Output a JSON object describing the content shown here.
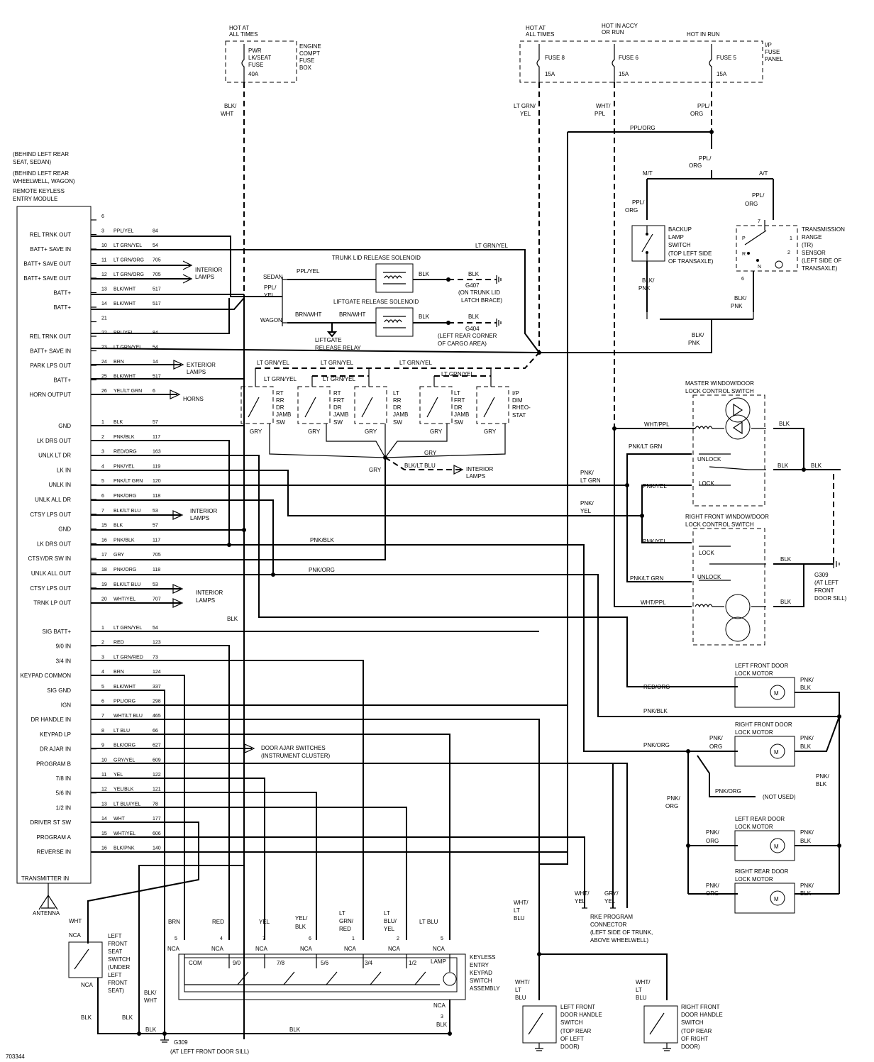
{
  "hot_labels": {
    "hot_a": "HOT AT",
    "hot_a2": "ALL TIMES",
    "hot_b": "HOT AT",
    "hot_b2": "ALL TIMES",
    "hot_c": "HOT IN ACCY",
    "hot_c2": "OR RUN",
    "hot_d": "HOT IN RUN"
  },
  "engine_fuse": {
    "l1": "PWR",
    "l2": "LK/SEAT",
    "l3": "FUSE",
    "l4": "40A",
    "box1": "ENGINE",
    "box2": "COMPT",
    "box3": "FUSE",
    "box4": "BOX"
  },
  "ip_fuses": {
    "f8": "FUSE 8",
    "f6": "FUSE 6",
    "f5": "FUSE 5",
    "a8": "15A",
    "a6": "15A",
    "a5": "15A",
    "panel1": "I/P",
    "panel2": "FUSE",
    "panel3": "PANEL"
  },
  "module": {
    "loc1": "(BEHIND LEFT REAR",
    "loc2": "SEAT, SEDAN)",
    "loc3": "(BEHIND LEFT REAR",
    "loc4": "WHEELWELL, WAGON)",
    "loc5": "REMOTE KEYLESS",
    "loc6": "ENTRY MODULE",
    "connA": [
      {
        "pin": "6",
        "name": "",
        "wire": "",
        "circ": ""
      },
      {
        "pin": "3",
        "name": "REL TRNK OUT",
        "wire": "PPL/YEL",
        "circ": "84"
      },
      {
        "pin": "10",
        "name": "BATT+ SAVE IN",
        "wire": "LT GRN/YEL",
        "circ": "54"
      },
      {
        "pin": "11",
        "name": "BATT+ SAVE OUT",
        "wire": "LT GRN/ORG",
        "circ": "705"
      },
      {
        "pin": "12",
        "name": "BATT+ SAVE OUT",
        "wire": "LT GRN/ORG",
        "circ": "705"
      },
      {
        "pin": "13",
        "name": "BATT+",
        "wire": "BLK/WHT",
        "circ": "517"
      },
      {
        "pin": "14",
        "name": "BATT+",
        "wire": "BLK/WHT",
        "circ": "517"
      },
      {
        "pin": "21",
        "name": "",
        "wire": "",
        "circ": ""
      },
      {
        "pin": "22",
        "name": "REL TRNK OUT",
        "wire": "PPL/YEL",
        "circ": "84"
      },
      {
        "pin": "23",
        "name": "BATT+ SAVE IN",
        "wire": "LT GRN/YEL",
        "circ": "54"
      },
      {
        "pin": "24",
        "name": "PARK LPS OUT",
        "wire": "BRN",
        "circ": "14"
      },
      {
        "pin": "25",
        "name": "BATT+",
        "wire": "BLK/WHT",
        "circ": "517"
      },
      {
        "pin": "26",
        "name": "HORN OUTPUT",
        "wire": "YEL/LT GRN",
        "circ": "6"
      }
    ],
    "connB": [
      {
        "pin": "1",
        "name": "GND",
        "wire": "BLK",
        "circ": "57"
      },
      {
        "pin": "2",
        "name": "LK DRS OUT",
        "wire": "PNK/BLK",
        "circ": "117"
      },
      {
        "pin": "3",
        "name": "UNLK LT DR",
        "wire": "RED/ORG",
        "circ": "163"
      },
      {
        "pin": "4",
        "name": "LK IN",
        "wire": "PNK/YEL",
        "circ": "119"
      },
      {
        "pin": "5",
        "name": "UNLK IN",
        "wire": "PNK/LT GRN",
        "circ": "120"
      },
      {
        "pin": "6",
        "name": "UNLK ALL DR",
        "wire": "PNK/ORG",
        "circ": "118"
      },
      {
        "pin": "7",
        "name": "CTSY LPS OUT",
        "wire": "BLK/LT BLU",
        "circ": "53"
      },
      {
        "pin": "15",
        "name": "GND",
        "wire": "BLK",
        "circ": "57"
      },
      {
        "pin": "16",
        "name": "LK DRS OUT",
        "wire": "PNK/BLK",
        "circ": "117"
      },
      {
        "pin": "17",
        "name": "CTSY/DR SW IN",
        "wire": "GRY",
        "circ": "705"
      },
      {
        "pin": "18",
        "name": "UNLK ALL OUT",
        "wire": "PNK/ORG",
        "circ": "118"
      },
      {
        "pin": "19",
        "name": "CTSY LPS OUT",
        "wire": "BLK/LT BLU",
        "circ": "53"
      },
      {
        "pin": "20",
        "name": "TRNK LP OUT",
        "wire": "WHT/YEL",
        "circ": "707"
      }
    ],
    "connC": [
      {
        "pin": "1",
        "name": "SIG BATT+",
        "wire": "LT GRN/YEL",
        "circ": "54"
      },
      {
        "pin": "2",
        "name": "9/0 IN",
        "wire": "RED",
        "circ": "123"
      },
      {
        "pin": "3",
        "name": "3/4 IN",
        "wire": "LT GRN/RED",
        "circ": "73"
      },
      {
        "pin": "4",
        "name": "KEYPAD COMMON",
        "wire": "BRN",
        "circ": "124"
      },
      {
        "pin": "5",
        "name": "SIG GND",
        "wire": "BLK/WHT",
        "circ": "337"
      },
      {
        "pin": "6",
        "name": "IGN",
        "wire": "PPL/ORG",
        "circ": "298"
      },
      {
        "pin": "7",
        "name": "DR HANDLE IN",
        "wire": "WHT/LT BLU",
        "circ": "465"
      },
      {
        "pin": "8",
        "name": "KEYPAD LP",
        "wire": "LT BLU",
        "circ": "66"
      },
      {
        "pin": "9",
        "name": "DR AJAR IN",
        "wire": "BLK/ORG",
        "circ": "627"
      },
      {
        "pin": "10",
        "name": "PROGRAM B",
        "wire": "GRY/YEL",
        "circ": "609"
      },
      {
        "pin": "11",
        "name": "7/8 IN",
        "wire": "YEL",
        "circ": "122"
      },
      {
        "pin": "12",
        "name": "5/6 IN",
        "wire": "YEL/BLK",
        "circ": "121"
      },
      {
        "pin": "13",
        "name": "1/2 IN",
        "wire": "LT BLU/YEL",
        "circ": "78"
      },
      {
        "pin": "14",
        "name": "DRIVER ST SW",
        "wire": "WHT",
        "circ": "177"
      },
      {
        "pin": "15",
        "name": "PROGRAM A",
        "wire": "WHT/YEL",
        "circ": "606"
      },
      {
        "pin": "16",
        "name": "REVERSE IN",
        "wire": "BLK/PNK",
        "circ": "140"
      }
    ],
    "transmitter": "TRANSMITTER IN",
    "antenna": "ANTENNA"
  },
  "labels": {
    "blk_wht": "BLK/",
    "blk_wht2": "WHT",
    "ltgrn_yel1": "LT GRN/",
    "ltgrn_yel2": "YEL",
    "wht_ppl1": "WHT/",
    "wht_ppl2": "PPL",
    "ppl_org1": "PPL/",
    "ppl_org2": "ORG",
    "ppl_org_h": "PPL/ORG",
    "ppl_org3": "PPL/",
    "ppl_org4": "ORG",
    "mt": "M/T",
    "at": "A/T",
    "ppl_org5": "PPL/",
    "ppl_org6": "ORG",
    "ppl_org7": "PPL/",
    "ppl_org8": "ORG",
    "ltgrnyel_top": "LT GRN/YEL",
    "trunk_sol": "TRUNK LID RELEASE SOLENOID",
    "liftgate_sol": "LIFTGATE RELEASE SOLENOID",
    "sedan": "SEDAN",
    "wagon": "WAGON",
    "pplyel1": "PPL/",
    "pplyel2": "YEL",
    "pplyel_h": "PPL/YEL",
    "brnwht1": "BRN/WHT",
    "brnwht2": "BRN/WHT",
    "blk1": "BLK",
    "blk2": "BLK",
    "blk3": "BLK",
    "blk4": "BLK",
    "g407": "G407",
    "g407b": "(ON TRUNK LID",
    "g407c": "LATCH BRACE)",
    "g404": "G404",
    "g404b": "(LEFT REAR CORNER",
    "g404c": "OF CARGO AREA)",
    "lgrelay1": "LIFTGATE",
    "lgrelay2": "RELEASE RELAY",
    "interior1": "INTERIOR",
    "interior1b": "LAMPS",
    "exterior": "EXTERIOR",
    "exteriorb": "LAMPS",
    "horns": "HORNS",
    "interior2": "INTERIOR",
    "interior2b": "LAMPS",
    "interior3": "INTERIOR",
    "interior3b": "LAMPS",
    "interior4": "INTERIOR",
    "interior4b": "LAMPS",
    "jamb_ltgy1": "LT GRN/YEL",
    "jamb_ltgy2": "LT GRN/YEL",
    "jamb_ltgy3": "LT GRN/YEL",
    "jamb_ltgy4": "LT GRN/YEL",
    "jamb_ltgy5": "LT GRN/YEL",
    "jamb_ltgy6": "LT GRN/YEL",
    "sw1a": "RT",
    "sw1b": "RR",
    "sw1c": "DR",
    "sw1d": "JAMB",
    "sw1e": "SW",
    "sw2a": "RT",
    "sw2b": "FRT",
    "sw2c": "DR",
    "sw2d": "JAMB",
    "sw2e": "SW",
    "sw3a": "LT",
    "sw3b": "RR",
    "sw3c": "DR",
    "sw3d": "JAMB",
    "sw3e": "SW",
    "sw4a": "LT",
    "sw4b": "FRT",
    "sw4c": "DR",
    "sw4d": "JAMB",
    "sw4e": "SW",
    "sw5a": "I/P",
    "sw5b": "DIM",
    "sw5c": "RHEO-",
    "sw5d": "STAT",
    "gry1": "GRY",
    "gry2": "GRY",
    "gry3": "GRY",
    "gry4": "GRY",
    "gry5": "GRY",
    "gry6": "GRY",
    "gry7": "GRY",
    "blkltblu": "BLK/LT BLU",
    "backup1": "BACKUP",
    "backup2": "LAMP",
    "backup3": "SWITCH",
    "backup4": "(TOP LEFT SIDE",
    "backup5": "OF TRANSAXLE)",
    "tr1": "TRANSMISSION",
    "tr2": "RANGE",
    "tr3": "(TR)",
    "tr4": "SENSOR",
    "tr5": "(LEFT SIDE OF",
    "tr6": "TRANSAXLE)",
    "blkpnk1": "BLK/",
    "blkpnk2": "PNK",
    "blkpnk3": "BLK/",
    "blkpnk4": "PNK",
    "blkpnk5": "BLK/",
    "blkpnk6": "PNK",
    "mw1": "MASTER WINDOW/DOOR",
    "mw2": "LOCK CONTROL SWITCH",
    "rfw1": "RIGHT FRONT WINDOW/DOOR",
    "rfw2": "LOCK CONTROL SWITCH",
    "whtppl_h": "WHT/PPL",
    "whtppl_h2": "WHT/PPL",
    "pnkltgrn_h": "PNK/LT GRN",
    "pnkltgrn_h2": "PNK/LT GRN",
    "pnkyel_h": "PNK/YEL",
    "pnkyel_h2": "PNK/YEL",
    "pnkltgrn_v1": "PNK/",
    "pnkltgrn_v2": "LT GRN",
    "pnkyel_v1": "PNK/",
    "pnkyel_v2": "YEL",
    "unlock1": "UNLOCK",
    "lock1": "LOCK",
    "unlock2": "UNLOCK",
    "lock2": "LOCK",
    "g309r": "G309",
    "g309r2": "(AT LEFT",
    "g309r3": "FRONT",
    "g309r4": "DOOR SILL)",
    "pnkblk_h": "PNK/BLK",
    "pnkorg_h": "PNK/ORG",
    "lfdlm1": "LEFT FRONT DOOR",
    "lfdlm2": "LOCK MOTOR",
    "rfdlm1": "RIGHT FRONT DOOR",
    "rfdlm2": "LOCK MOTOR",
    "lrdlm1": "LEFT REAR DOOR",
    "lrdlm2": "LOCK MOTOR",
    "rrdlm1": "RIGHT REAR DOOR",
    "rrdlm2": "LOCK MOTOR",
    "redorg": "RED/ORG",
    "pnkblk2": "PNK/BLK",
    "pnkorg2": "PNK/ORG",
    "pnkorg3": "PNK/ORG",
    "notused": "(NOT USED)",
    "pnkorg_v1": "PNK/",
    "pnkorg_v2": "ORG",
    "pnkblk_v1": "PNK/",
    "pnkblk_v2": "BLK",
    "rke1": "RKE PROGRAM",
    "rke2": "CONNECTOR",
    "rke3": "(LEFT SIDE OF TRUNK,",
    "rke4": "ABOVE WHEELWELL)",
    "whtyel1": "WHT/",
    "whtyel2": "YEL",
    "gryyel1": "GRY/",
    "gryyel2": "YEL",
    "whtltblu1": "WHT/",
    "whtltblu2": "LT",
    "whtltblu3": "BLU",
    "lfdh1": "LEFT FRONT",
    "lfdh2": "DOOR HANDLE",
    "lfdh3": "SWITCH",
    "lfdh4": "(TOP REAR",
    "lfdh5": "OF LEFT",
    "lfdh6": "DOOR)",
    "rfdh1": "RIGHT FRONT",
    "rfdh2": "DOOR HANDLE",
    "rfdh3": "SWITCH",
    "rfdh4": "(TOP REAR",
    "rfdh5": "OF RIGHT",
    "rfdh6": "DOOR)",
    "door_ajar1": "DOOR AJAR SWITCHES",
    "door_ajar2": "(INSTRUMENT CLUSTER)",
    "lfseat1": "LEFT",
    "lfseat2": "FRONT",
    "lfseat3": "SEAT",
    "lfseat4": "SWITCH",
    "lfseat5": "(UNDER",
    "lfseat6": "LEFT",
    "lfseat7": "FRONT",
    "lfseat8": "SEAT)",
    "wht": "WHT",
    "nca": "NCA",
    "kp1": "KEYLESS",
    "kp2": "ENTRY",
    "kp3": "KEYPAD",
    "kp4": "SWITCH",
    "kp5": "ASSEMBLY",
    "kp_com": "COM",
    "kp_90": "9/0",
    "kp_78": "7/8",
    "kp_56": "5/6",
    "kp_34": "3/4",
    "kp_12": "1/2",
    "kp_lamp": "LAMP",
    "kw_brn": "BRN",
    "kw_red": "RED",
    "kw_yel": "YEL",
    "kw_yelblk1": "YEL/",
    "kw_yelblk2": "BLK",
    "kw_ltgrnred1": "LT",
    "kw_ltgrnred2": "GRN/",
    "kw_ltgrnred3": "RED",
    "kw_ltbluyel1": "LT",
    "kw_ltbluyel2": "BLU/",
    "kw_ltbluyel3": "YEL",
    "kw_ltblu": "LT BLU",
    "g309l": "G309",
    "g309l2": "(AT LEFT FRONT DOOR SILL)",
    "blk_bot": "BLK",
    "blkwht_bot1": "BLK/",
    "blkwht_bot2": "WHT",
    "code": "703344",
    "blk_mid": "BLK"
  }
}
